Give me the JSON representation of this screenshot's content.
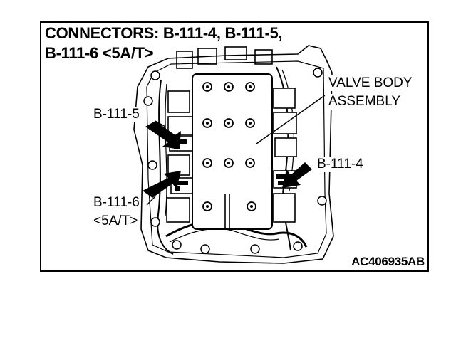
{
  "figure": {
    "title_line1": "CONNECTORS: B-111-4, B-111-5,",
    "title_line2": "B-111-6 <5A/T>",
    "code": "AC406935AB"
  },
  "labels": {
    "valve_body_line1": "VALVE BODY",
    "valve_body_line2": "ASSEMBLY",
    "b111_5": "B-111-5",
    "b111_4": "B-111-4",
    "b111_6_line1": "B-111-6",
    "b111_6_line2": "<5A/T>"
  },
  "colors": {
    "ink": "#000000",
    "paper": "#ffffff"
  }
}
